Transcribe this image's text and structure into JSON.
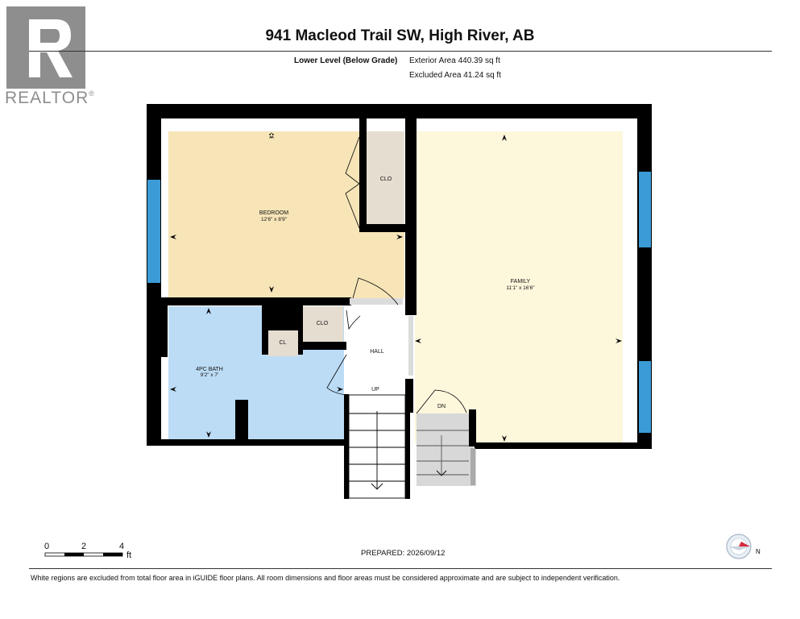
{
  "logo": {
    "text": "REALTOR",
    "registered": "®",
    "mark_letter": "R"
  },
  "header": {
    "title": "941 Macleod Trail SW, High River, AB",
    "level_name": "Lower Level (Below Grade)",
    "exterior_area": "Exterior Area 440.39 sq ft",
    "excluded_area": "Excluded Area 41.24 sq ft"
  },
  "rooms": {
    "bedroom": {
      "name": "BEDROOM",
      "dims": "12'6\" x 8'9\""
    },
    "closet_bedroom": {
      "name": "CLO"
    },
    "family": {
      "name": "FAMILY",
      "dims": "11'1\" x 16'6\""
    },
    "bath": {
      "name": "4PC BATH",
      "dims": "9'2\" x 7'"
    },
    "closet_bath": {
      "name": "CL"
    },
    "closet_hall": {
      "name": "CLO"
    },
    "hall": {
      "name": "HALL"
    },
    "stairs_up": {
      "name": "UP"
    },
    "stairs_down": {
      "name": "DN"
    }
  },
  "scale": {
    "ticks": [
      "0",
      "2",
      "4"
    ],
    "unit": "ft"
  },
  "compass": {
    "label": "N"
  },
  "colors": {
    "bedroom": "#f7e5b8",
    "family": "#fdf7dc",
    "bath": "#bcdcf6",
    "closet": "#e5ddd0",
    "window": "#3b9bd6",
    "wall": "#000000",
    "stairs_down": "#d8d8d8"
  },
  "footer": {
    "prepared": "PREPARED: 2026/09/12",
    "disclaimer": "White regions are excluded from total floor area in iGUIDE floor plans. All room dimensions and floor areas must be considered approximate and are subject to independent verification."
  }
}
